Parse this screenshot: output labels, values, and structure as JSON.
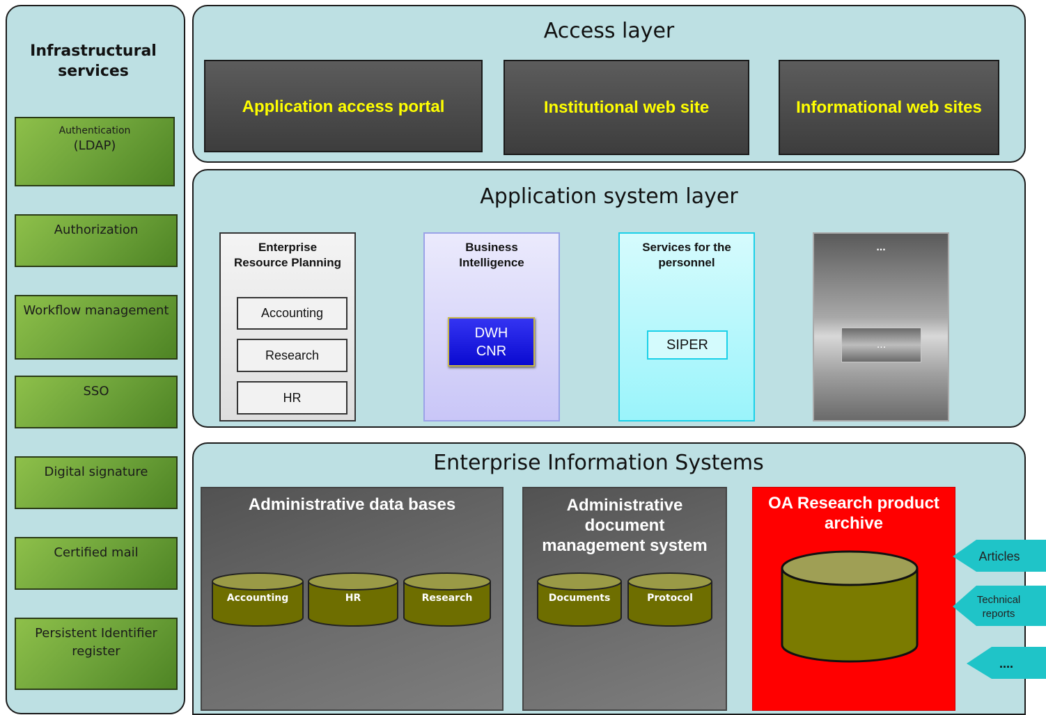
{
  "infrastructure": {
    "title_line1": "Infrastructural",
    "title_line2": "services",
    "items": [
      {
        "small": "Authentication",
        "label": "(LDAP)"
      },
      {
        "label": "Authorization"
      },
      {
        "label": "Workflow management"
      },
      {
        "label": "SSO"
      },
      {
        "label": "Digital signature"
      },
      {
        "label": "Certified mail"
      },
      {
        "label": "Persistent Identifier",
        "label2": "register"
      }
    ]
  },
  "access_layer": {
    "title": "Access layer",
    "boxes": [
      "Application access portal",
      "Institutional web site",
      "Informational web sites"
    ]
  },
  "application_layer": {
    "title": "Application system layer",
    "columns": [
      {
        "title1": "Enterprise",
        "title2": "Resource Planning",
        "items": [
          "Accounting",
          "Research",
          "HR"
        ]
      },
      {
        "title1": "Business",
        "title2": "Intelligence",
        "items": [
          "DWH",
          "CNR"
        ]
      },
      {
        "title1": "Services for the",
        "title2": "personnel",
        "items": [
          "SIPER"
        ]
      },
      {
        "title1": "...",
        "items": [
          "..."
        ]
      }
    ]
  },
  "eis": {
    "title": "Enterprise Information Systems",
    "admin_db": {
      "title": "Administrative data bases",
      "cylinders": [
        "Accounting",
        "HR",
        "Research"
      ]
    },
    "admin_doc": {
      "title1": "Administrative",
      "title2": "document",
      "title3": "management system",
      "cylinders": [
        "Documents",
        "Protocol"
      ]
    },
    "oa": {
      "title1": "OA Research product",
      "title2": "archive"
    }
  },
  "inputs": {
    "articles": "Articles",
    "technical1": "Technical",
    "technical2": "reports",
    "more": "...."
  },
  "colors": {
    "panel": "#bde0e3",
    "green": "#6ea33a",
    "yellow_text": "#ffff00",
    "oa_red": "#ff0000",
    "teal_arrow": "#1fc4c8"
  }
}
